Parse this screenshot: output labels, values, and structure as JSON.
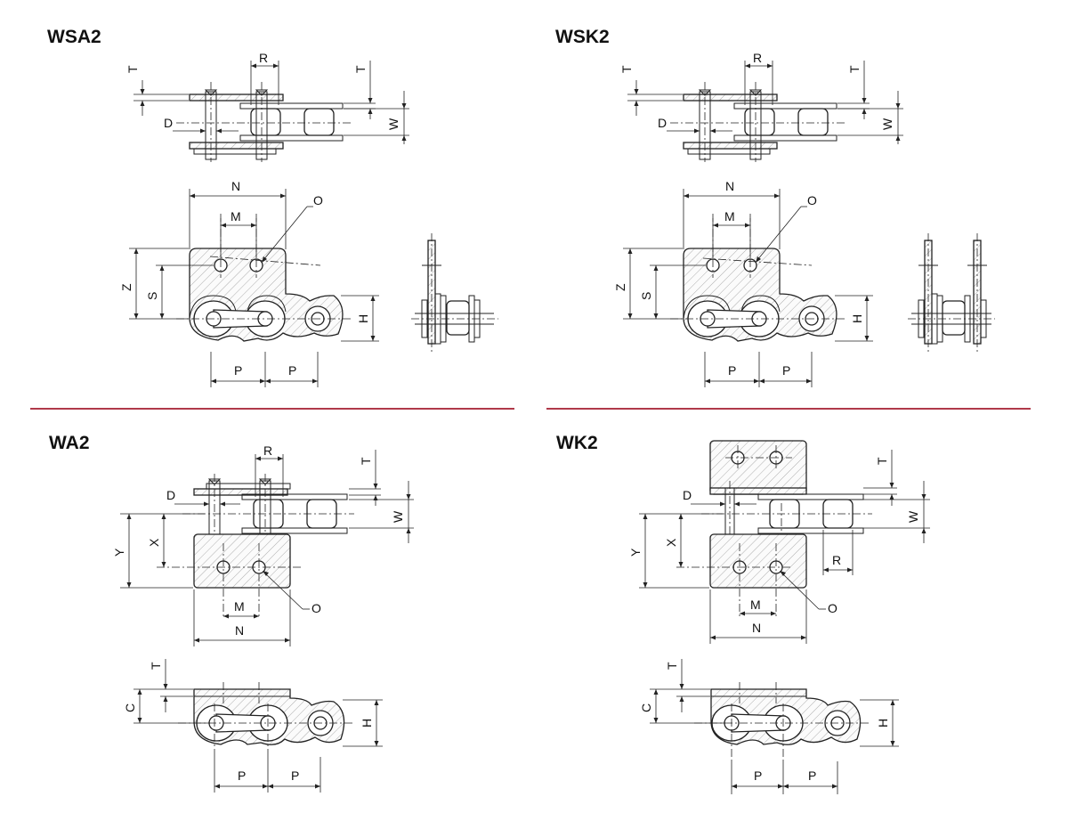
{
  "colors": {
    "divider": "#b0394a",
    "line": "#222222",
    "hatch": "#888888"
  },
  "panels": {
    "wsa2": {
      "title": "WSA2",
      "labels": {
        "T1": "T",
        "R": "R",
        "T2": "T",
        "D": "D",
        "W": "W",
        "N": "N",
        "M": "M",
        "O": "O",
        "Z": "Z",
        "S": "S",
        "H": "H",
        "P1": "P",
        "P2": "P"
      }
    },
    "wsk2": {
      "title": "WSK2",
      "labels": {
        "T1": "T",
        "R": "R",
        "T2": "T",
        "D": "D",
        "W": "W",
        "N": "N",
        "M": "M",
        "O": "O",
        "Z": "Z",
        "S": "S",
        "H": "H",
        "P1": "P",
        "P2": "P"
      }
    },
    "wa2": {
      "title": "WA2",
      "labels": {
        "R": "R",
        "T1": "T",
        "D": "D",
        "W": "W",
        "Y": "Y",
        "X": "X",
        "M": "M",
        "N": "N",
        "O": "O",
        "T2": "T",
        "C": "C",
        "H": "H",
        "P1": "P",
        "P2": "P"
      }
    },
    "wk2": {
      "title": "WK2",
      "labels": {
        "T1": "T",
        "D": "D",
        "W": "W",
        "Y": "Y",
        "X": "X",
        "R": "R",
        "M": "M",
        "N": "N",
        "O": "O",
        "T2": "T",
        "C": "C",
        "H": "H",
        "P1": "P",
        "P2": "P"
      }
    }
  }
}
